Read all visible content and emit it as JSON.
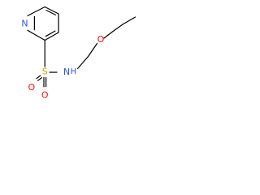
{
  "molecule": {
    "atoms": {
      "n_ring": "N",
      "s": "S",
      "o_top": "O",
      "o_bottom": "O",
      "n_amide": "N",
      "h_amide": "H",
      "o_ether": "O"
    }
  },
  "colors": {
    "bond": "#000000",
    "nitrogen": "#3050F8",
    "oxygen": "#FF0D0D",
    "sulfur": "#C8A000",
    "background": "#ffffff"
  }
}
